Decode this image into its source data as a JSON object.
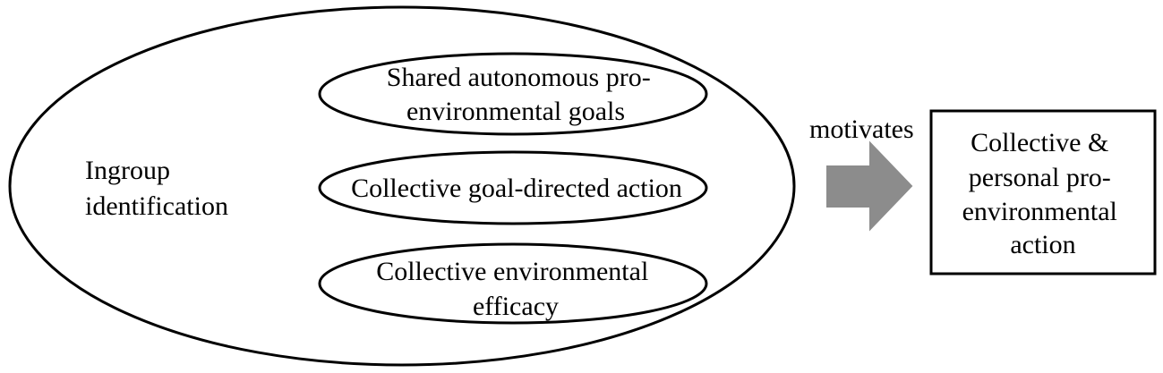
{
  "outer_label": {
    "line1": "Ingroup",
    "line2": "identification"
  },
  "inner": {
    "goals": {
      "line1": "Shared autonomous pro-",
      "line2": "environmental goals"
    },
    "action": {
      "line1": "Collective goal-directed action"
    },
    "efficacy": {
      "line1": "Collective environmental",
      "line2": "efficacy"
    }
  },
  "arrow_label": "motivates",
  "outcome": {
    "line1": "Collective &",
    "line2": "personal pro-",
    "line3": "environmental",
    "line4": "action"
  },
  "colors": {
    "stroke": "#000000",
    "arrow_fill": "#8c8c8c",
    "background": "#ffffff"
  }
}
